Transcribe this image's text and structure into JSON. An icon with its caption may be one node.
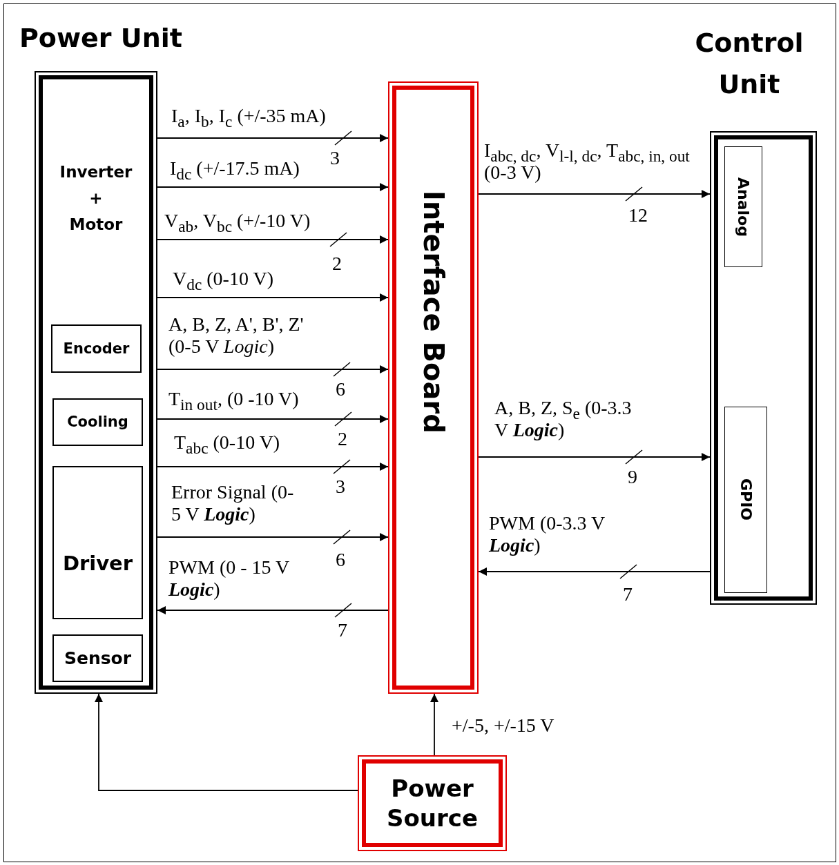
{
  "diagram": {
    "nodes": [
      {
        "text": [
          "Inverter + Motor"
        ]
      },
      {
        "text": [
          "Encoder"
        ],
        "in": 0
      },
      {
        "text": [
          "Cooling"
        ],
        "in": 0
      },
      {
        "text": [
          "Driver"
        ],
        "in": 0
      },
      {
        "text": [
          "Sensor"
        ],
        "in": 0
      },
      {
        "text": [
          "Interface Board"
        ]
      },
      {
        "text": [],
        "shape": "box"
      },
      {
        "text": [
          "Analog"
        ],
        "in": 6
      },
      {
        "text": [
          "GPIO"
        ],
        "in": 6
      },
      {
        "text": [
          "Power Source"
        ]
      }
    ],
    "edges": [
      {
        "from": 0,
        "to": 5,
        "arrow": "to",
        "label": "I$_{a}$, I$_{b}$, I$_{c}$ (+/-35 mA)"
      },
      {
        "from": 0,
        "to": 5,
        "arrow": "to",
        "label": "I$_{dc}$ (+/-17.5 mA)"
      },
      {
        "from": 0,
        "to": 5,
        "arrow": "to",
        "label": "V$_{ab}$, V$_{bc}$ (+/-10 V)"
      },
      {
        "from": 0,
        "to": 5,
        "arrow": "to",
        "label": "V$_{dc}$ (0-10 V)"
      },
      {
        "from": 0,
        "to": 5,
        "arrow": "to",
        "label": "A, B, Z, A', B', Z' (0-5 V *Logic*)"
      },
      {
        "from": 0,
        "to": 5,
        "arrow": "to",
        "label": "T$_{in  out}$, (0 -10 V)"
      },
      {
        "from": 0,
        "to": 5,
        "arrow": "to",
        "label": "T$_{abc}$ (0-10 V)"
      },
      {
        "from": 0,
        "to": 5,
        "arrow": "to",
        "label": "Error Signal (0-5 V **Logic**)"
      },
      {
        "from": 5,
        "to": 0,
        "arrow": "to",
        "label": "PWM (0 - 15 V **Logic**)"
      },
      {
        "from": 5,
        "to": 6,
        "arrow": "to",
        "label": "I$_{abc, dc}$, V$_{l-l, dc}$, T$_{abc, in, out}$ (0-3 V)"
      },
      {
        "from": 5,
        "to": 6,
        "arrow": "to",
        "label": "A, B, Z, S$_{e}$ (0-3.3 V **Logic**)"
      },
      {
        "from": 6,
        "to": 5,
        "arrow": "to",
        "label": "PWM (0-3.3 V **Logic**)"
      },
      {
        "from": 9,
        "to": 5,
        "arrow": "to",
        "label": "+/-5, +/-15 V"
      },
      {
        "from": 9,
        "to": 0,
        "arrow": "to"
      }
    ],
    "labels": [
      "Power Unit",
      "Control Unit",
      "3",
      "2",
      "6",
      "2",
      "3",
      "6",
      "7",
      "12",
      "9",
      "7"
    ]
  }
}
